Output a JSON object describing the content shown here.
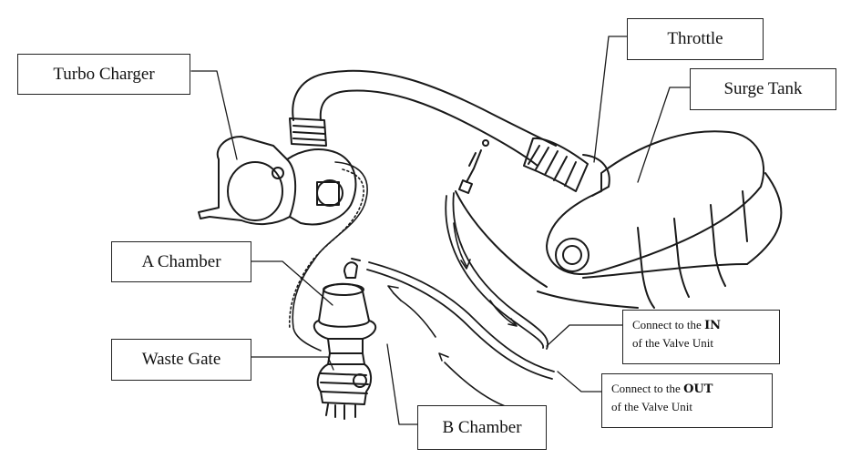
{
  "labels": {
    "turbo_charger": "Turbo Charger",
    "throttle": "Throttle",
    "surge_tank": "Surge Tank",
    "a_chamber": "A Chamber",
    "waste_gate": "Waste Gate",
    "b_chamber": "B Chamber"
  },
  "notes": {
    "in": {
      "prefix": "Connect to the ",
      "keyword": "IN",
      "line2": "of the Valve Unit"
    },
    "out": {
      "prefix": "Connect to the ",
      "keyword": "OUT",
      "line2": "of the Valve Unit"
    }
  },
  "colors": {
    "line": "#1a1a1a",
    "background": "#ffffff"
  }
}
